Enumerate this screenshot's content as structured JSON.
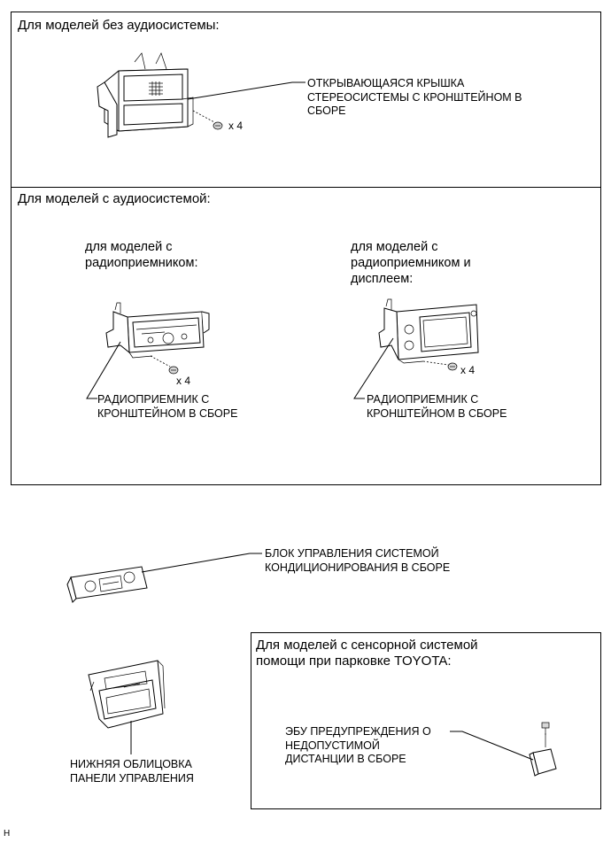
{
  "section1": {
    "title": "Для моделей без аудиосистемы:",
    "part_label": "ОТКРЫВАЮЩАЯСЯ КРЫШКА\nСТЕРЕОСИСТЕМЫ С КРОНШТЕЙНОМ В\nСБОРЕ",
    "qty": "x 4"
  },
  "section2": {
    "title": "Для моделей с аудиосистемой:",
    "left": {
      "subtitle": "для моделей с\nрадиоприемником:",
      "part_label": "РАДИОПРИЕМНИК С\nКРОНШТЕЙНОМ В СБОРЕ",
      "qty": "x 4"
    },
    "right": {
      "subtitle": "для моделей с\nрадиоприемником и\nдисплеем:",
      "part_label": "РАДИОПРИЕМНИК С\nКРОНШТЕЙНОМ В СБОРЕ",
      "qty": "x 4"
    }
  },
  "ac_unit_label": "БЛОК УПРАВЛЕНИЯ СИСТЕМОЙ\nКОНДИЦИОНИРОВАНИЯ В СБОРЕ",
  "lower_panel_label": "НИЖНЯЯ ОБЛИЦОВКА\nПАНЕЛИ УПРАВЛЕНИЯ",
  "section3": {
    "title": "Для моделей с сенсорной системой\nпомощи при парковке TOYOTA:",
    "part_label": "ЭБУ ПРЕДУПРЕЖДЕНИЯ О\nНЕДОПУСТИМОЙ\nДИСТАНЦИИ В СБОРЕ"
  },
  "footer_code": "H"
}
